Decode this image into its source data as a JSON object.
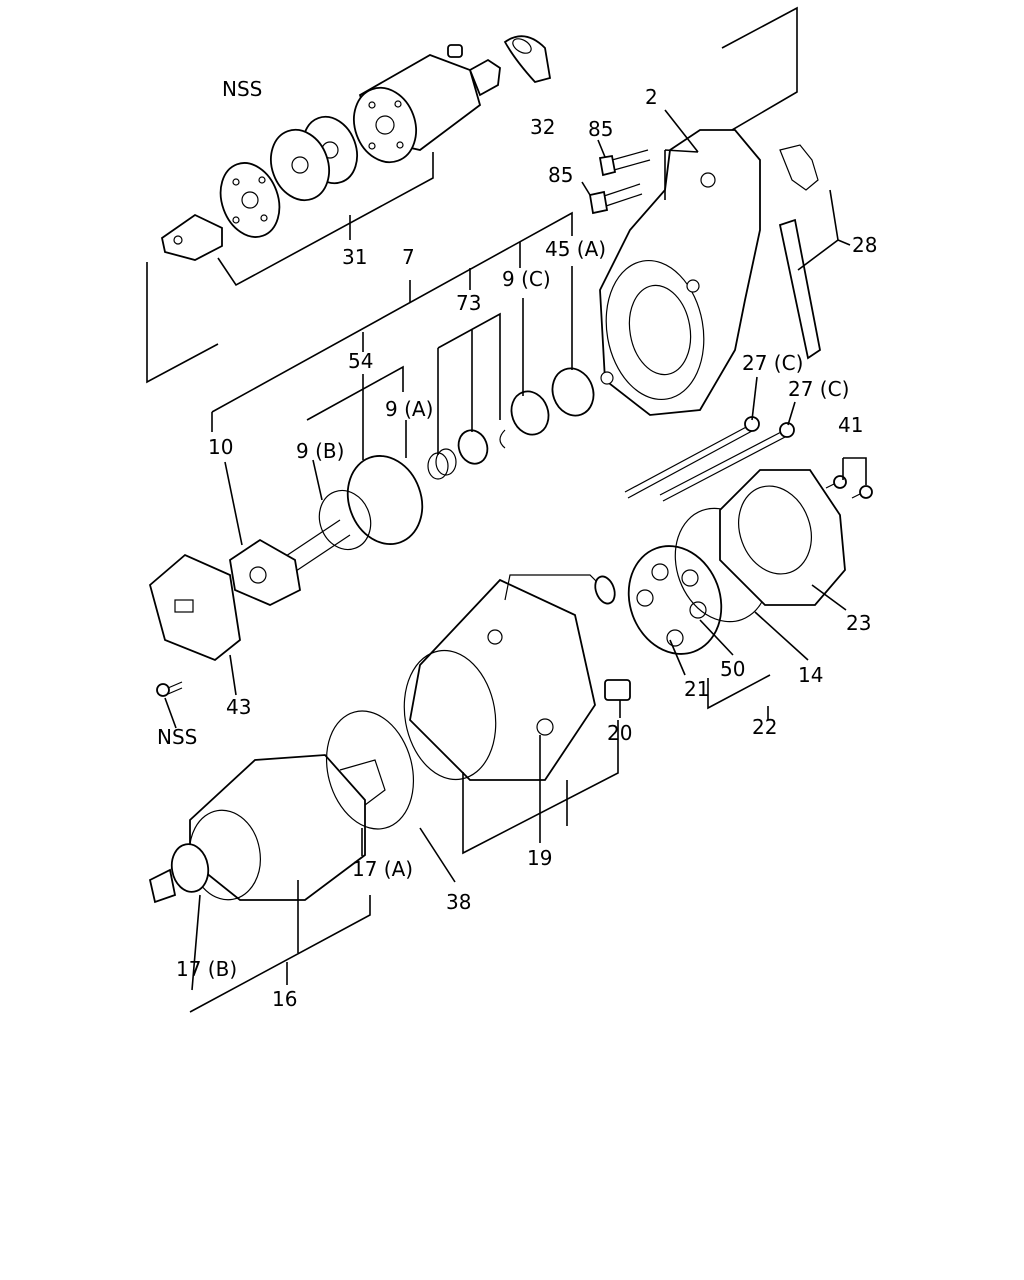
{
  "callouts": {
    "nss_top": "NSS",
    "c2": "2",
    "c7": "7",
    "c9a": "9 (A)",
    "c9b": "9 (B)",
    "c9c": "9 (C)",
    "c10": "10",
    "c14": "14",
    "c16": "16",
    "c17a": "17 (A)",
    "c17b": "17 (B)",
    "c19": "19",
    "c20": "20",
    "c21": "21",
    "c22": "22",
    "c23": "23",
    "c27c_1": "27 (C)",
    "c27c_2": "27 (C)",
    "c28": "28",
    "c31": "31",
    "c32": "32",
    "c38": "38",
    "c41": "41",
    "c43": "43",
    "c45a": "45 (A)",
    "c50": "50",
    "c54": "54",
    "c73": "73",
    "c85_1": "85",
    "c85_2": "85",
    "nss_bottom": "NSS"
  }
}
